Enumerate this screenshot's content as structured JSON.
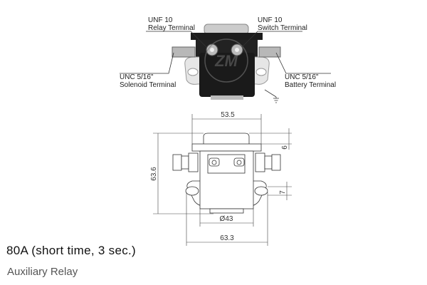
{
  "photo_labels": {
    "relay_thread": "UNF 10",
    "relay_terminal": "Relay Terminal",
    "switch_thread": "UNF 10",
    "switch_terminal": "Switch Terminal",
    "solenoid_thread": "UNC 5/16\"",
    "solenoid_terminal": "Solenoid Terminal",
    "battery_thread": "UNC 5/16\"",
    "battery_terminal": "Battery Terminal"
  },
  "dimensions": {
    "top_width": "53.5",
    "height": "63.6",
    "cap_height": "6",
    "hole": "7",
    "body_diameter": "Ø43",
    "base_width": "63.3"
  },
  "rating": "80A (short time, 3 sec.)",
  "product_type": "Auxiliary Relay",
  "logo_text": "ZM"
}
